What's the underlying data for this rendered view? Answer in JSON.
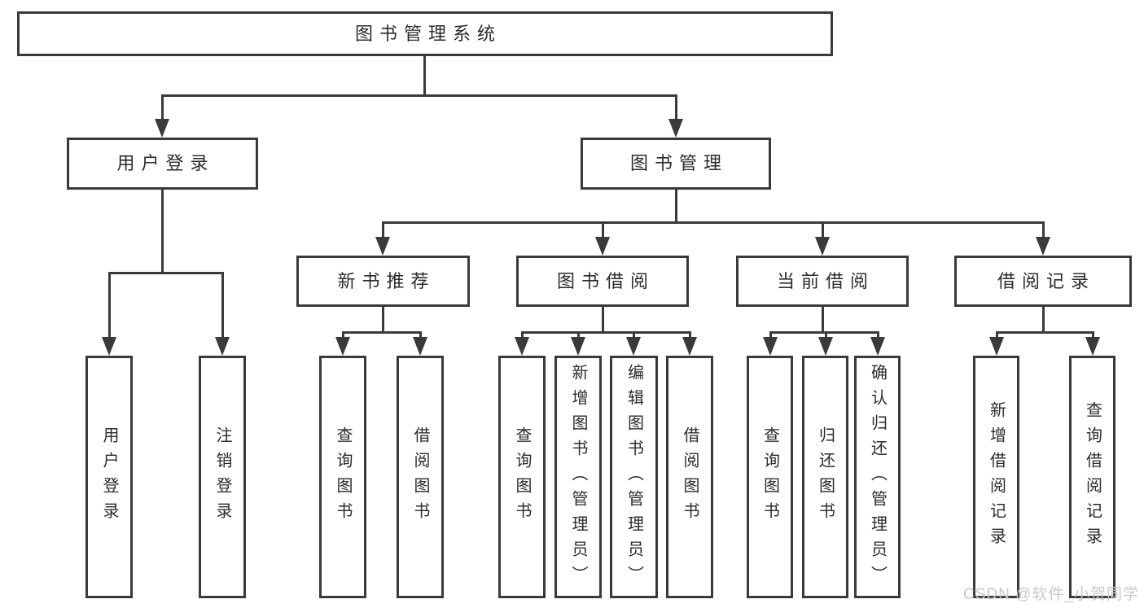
{
  "chart": {
    "root": {
      "label": "图书管理系统"
    },
    "level2": [
      {
        "label": "用户登录"
      },
      {
        "label": "图书管理"
      }
    ],
    "level3": [
      {
        "label": "新书推荐"
      },
      {
        "label": "图书借阅"
      },
      {
        "label": "当前借阅"
      },
      {
        "label": "借阅记录"
      }
    ],
    "leaves": [
      {
        "label": "用户登录"
      },
      {
        "label": "注销登录"
      },
      {
        "label": "查询图书"
      },
      {
        "label": "借阅图书"
      },
      {
        "label": "查询图书"
      },
      {
        "label": "新增图书（管理员）"
      },
      {
        "label": "编辑图书（管理员）"
      },
      {
        "label": "借阅图书"
      },
      {
        "label": "查询图书"
      },
      {
        "label": "归还图书"
      },
      {
        "label": "确认归还（管理员）"
      },
      {
        "label": "新增借阅记录"
      },
      {
        "label": "查询借阅记录"
      }
    ],
    "colors": {
      "line": "#3a3a3a",
      "text": "#2b2b2b",
      "watermark": "#c8c8c8",
      "background": "#ffffff"
    },
    "watermark": "CSDN @软件_小贺同学"
  }
}
